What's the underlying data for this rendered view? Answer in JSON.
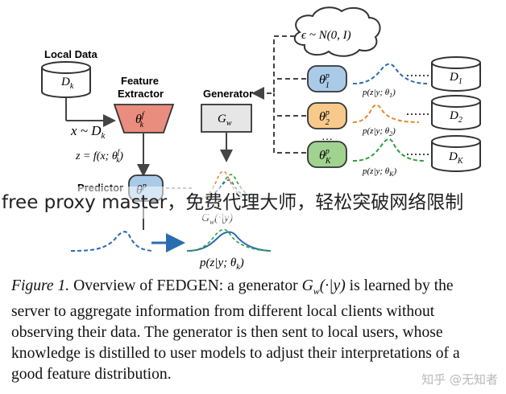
{
  "nodes": {
    "local_data": "Local Data",
    "dk": "D",
    "dk_sub": "k",
    "feature_extractor_line1": "Feature",
    "feature_extractor_line2": "Extractor",
    "theta_f": "θ",
    "theta_f_sup": "f",
    "theta_f_sub": "k",
    "generator": "Generator",
    "gw": "G",
    "gw_sub": "w",
    "predictor": "Predictor",
    "theta_p": "θ",
    "theta_p_sup": "p",
    "noise": "ϵ ~ N(0, I)",
    "sample": "x ~ D",
    "sample_sub": "k",
    "z_formula": "z = f(x; θ",
    "z_formula_sup": "f",
    "z_formula_sub": "k",
    "z_formula_end": ")",
    "gw_dist": "G",
    "gw_dist_sub": "w",
    "gw_dist_end": "(·|y)",
    "pred_dist": "p(z|y; θ",
    "pred_dist_sub": "k",
    "pred_dist_end": ")",
    "clients": [
      {
        "theta": "θ",
        "sup": "p",
        "sub": "1",
        "dist": "p(z|y; θ",
        "dist_sub": "1",
        "data": "D",
        "data_sub": "1"
      },
      {
        "theta": "θ",
        "sup": "p",
        "sub": "2",
        "dist": "p(z|y; θ",
        "dist_sub": "2",
        "data": "D",
        "data_sub": "2"
      },
      {
        "theta": "θ",
        "sup": "p",
        "sub": "K",
        "dist": "p(z|y; θ",
        "dist_sub": "K",
        "data": "D",
        "data_sub": "K"
      }
    ],
    "ellipsis": "…"
  },
  "overlay_text": "free proxy master，免费代理大师，轻松突破网络限制",
  "caption": {
    "lead": "Figure 1.",
    "part1": " Overview of FEDGEN: a generator ",
    "math": "G",
    "math_sub": "w",
    "math_end": "(·|y)",
    "part2": " is learned by the server to aggregate information from different local clients without observing their data. The generator is then sent to local users, whose knowledge is distilled to user models to adjust their interpretations of a good feature distribution."
  },
  "watermark": "知乎 @无知者",
  "colors": {
    "feature_extractor": "#e98d7f",
    "predictor": "#a9cbe8",
    "client1": "#a9cbe8",
    "client2": "#f7c98a",
    "client3": "#9fd38f",
    "generator": "#e6e6e6",
    "blue_curve": "#2a6cb0",
    "orange_curve": "#e08a2c",
    "green_curve": "#2e9e3e",
    "arrow": "#555555"
  }
}
